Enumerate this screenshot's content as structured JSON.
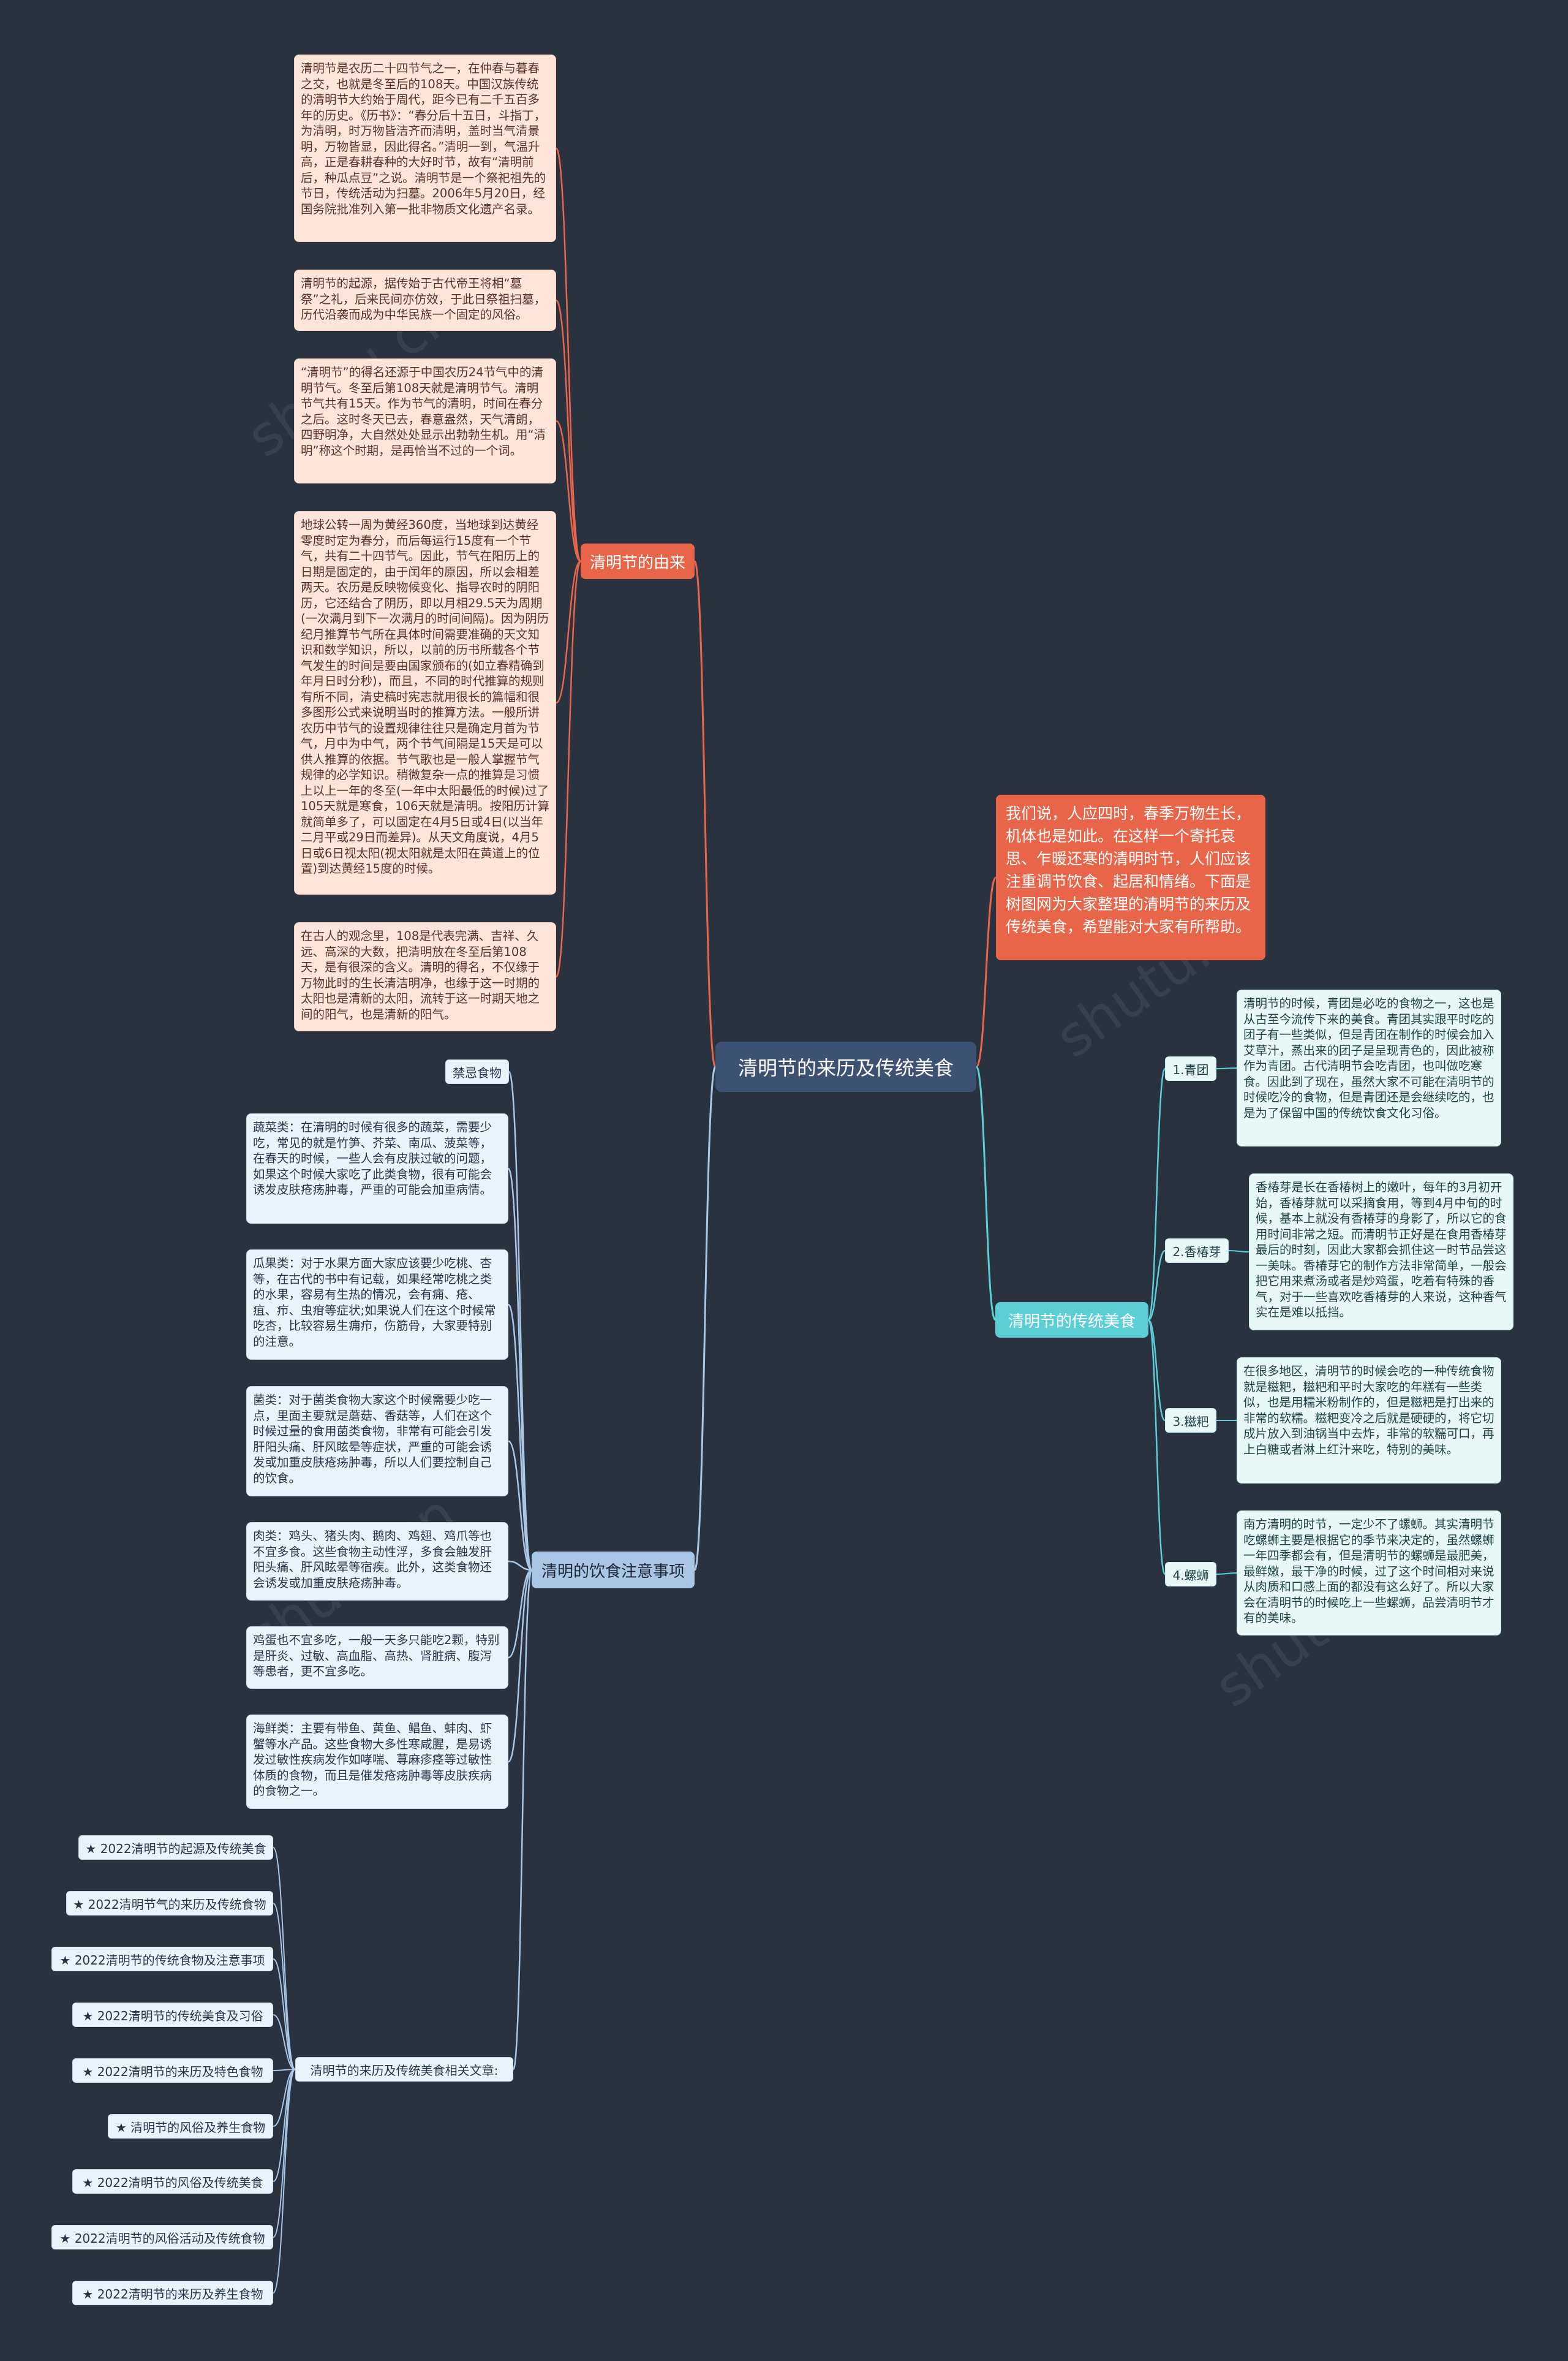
{
  "root": {
    "label": "清明节的来历及传统美食"
  },
  "intro": {
    "text": "我们说，人应四时，春季万物生长，机体也是如此。在这样一个寄托哀思、乍暖还寒的清明时节，人们应该注重调节饮食、起居和情绪。下面是树图网为大家整理的清明节的来历及传统美食，希望能对大家有所帮助。"
  },
  "origin": {
    "label": "清明节的由来",
    "items": [
      "清明节是农历二十四节气之一，在仲春与暮春之交，也就是冬至后的108天。中国汉族传统的清明节大约始于周代，距今已有二千五百多年的历史。《历书》：“春分后十五日，斗指丁，为清明，时万物皆洁齐而清明，盖时当气清景明，万物皆显，因此得名。”清明一到，气温升高，正是春耕春种的大好时节，故有“清明前后，种瓜点豆”之说。清明节是一个祭祀祖先的节日，传统活动为扫墓。2006年5月20日，经国务院批准列入第一批非物质文化遗产名录。",
      "清明节的起源，据传始于古代帝王将相“墓祭”之礼，后来民间亦仿效，于此日祭祖扫墓，历代沿袭而成为中华民族一个固定的风俗。",
      "“清明节”的得名还源于中国农历24节气中的清明节气。冬至后第108天就是清明节气。清明节气共有15天。作为节气的清明，时间在春分之后。这时冬天已去，春意盎然，天气清朗，四野明净，大自然处处显示出勃勃生机。用“清明”称这个时期，是再恰当不过的一个词。",
      "地球公转一周为黄经360度，当地球到达黄经零度时定为春分，而后每运行15度有一个节气，共有二十四节气。因此，节气在阳历上的日期是固定的，由于闰年的原因，所以会相差两天。农历是反映物候变化、指导农时的阴阳历，它还结合了阴历，即以月相29.5天为周期(一次满月到下一次满月的时间间隔)。因为阴历纪月推算节气所在具体时间需要准确的天文知识和数学知识，所以，以前的历书所载各个节气发生的时间是要由国家颁布的(如立春精确到年月日时分秒)，而且，不同的时代推算的规则有所不同，清史稿时宪志就用很长的篇幅和很多图形公式来说明当时的推算方法。一般所讲农历中节气的设置规律往往只是确定月首为节气，月中为中气，两个节气间隔是15天是可以供人推算的依据。节气歌也是一般人掌握节气规律的必学知识。稍微复杂一点的推算是习惯上以上一年的冬至(一年中太阳最低的时候)过了105天就是寒食，106天就是清明。按阳历计算就简单多了，可以固定在4月5日或4日(以当年二月平或29日而差异)。从天文角度说，4月5日或6日视太阳(视太阳就是太阳在黄道上的位置)到达黄经15度的时候。",
      "在古人的观念里，108是代表完满、吉祥、久远、高深的大数，把清明放在冬至后第108天，是有很深的含义。清明的得名，不仅缘于万物此时的生长清洁明净，也缘于这一时期的太阳也是清新的太阳，流转于这一时期天地之间的阳气，也是清新的阳气。"
    ]
  },
  "food": {
    "label": "清明节的传统美食",
    "items": [
      {
        "tag": "1.青团",
        "text": "清明节的时候，青团是必吃的食物之一，这也是从古至今流传下来的美食。青团其实跟平时吃的团子有一些类似，但是青团在制作的时候会加入艾草汁，蒸出来的团子是呈现青色的，因此被称作为青团。古代清明节会吃青团，也叫做吃寒食。因此到了现在，虽然大家不可能在清明节的时候吃冷的食物，但是青团还是会继续吃的，也是为了保留中国的传统饮食文化习俗。"
      },
      {
        "tag": "2.香椿芽",
        "text": "香椿芽是长在香椿树上的嫩叶，每年的3月初开始，香椿芽就可以采摘食用，等到4月中旬的时候，基本上就没有香椿芽的身影了，所以它的食用时间非常之短。而清明节正好是在食用香椿芽最后的时刻，因此大家都会抓住这一时节品尝这一美味。香椿芽它的制作方法非常简单，一般会把它用来煮汤或者是炒鸡蛋，吃着有特殊的香气，对于一些喜欢吃香椿芽的人来说，这种香气实在是难以抵挡。"
      },
      {
        "tag": "3.糍粑",
        "text": "在很多地区，清明节的时候会吃的一种传统食物就是糍粑，糍粑和平时大家吃的年糕有一些类似，也是用糯米粉制作的，但是糍粑是打出来的非常的软糯。糍粑变冷之后就是硬硬的，将它切成片放入到油锅当中去炸，非常的软糯可口，再上白糖或者淋上红汁来吃，特别的美味。"
      },
      {
        "tag": "4.螺蛳",
        "text": "南方清明的时节，一定少不了螺蛳。其实清明节吃螺蛳主要是根据它的季节来决定的，虽然螺蛳一年四季都会有，但是清明节的螺蛳是最肥美，最鲜嫩，最干净的时候，过了这个时间相对来说从肉质和口感上面的都没有这么好了。所以大家会在清明节的时候吃上一些螺蛳，品尝清明节才有的美味。"
      }
    ]
  },
  "diet": {
    "label": "清明的饮食注意事项",
    "tag": "禁忌食物",
    "items": [
      "蔬菜类：在清明的时候有很多的蔬菜，需要少吃，常见的就是竹笋、芥菜、南瓜、菠菜等，在春天的时候，一些人会有皮肤过敏的问题，如果这个时候大家吃了此类食物，很有可能会诱发皮肤疮疡肿毒，严重的可能会加重病情。",
      "瓜果类：对于水果方面大家应该要少吃桃、杏等，在古代的书中有记载，如果经常吃桃之类的水果，容易有生热的情况，会有痈、疮、疽、疖、虫疳等症状;如果说人们在这个时候常吃杏，比较容易生痈疖，伤筋骨，大家要特别的注意。",
      "菌类：对于菌类食物大家这个时候需要少吃一点，里面主要就是蘑菇、香菇等，人们在这个时候过量的食用菌类食物，非常有可能会引发肝阳头痛、肝风眩晕等症状，严重的可能会诱发或加重皮肤疮疡肿毒，所以人们要控制自己的饮食。",
      "肉类：鸡头、猪头肉、鹅肉、鸡翅、鸡爪等也不宜多食。这些食物主动性浮，多食会触发肝阳头痛、肝风眩晕等宿疾。此外，这类食物还会诱发或加重皮肤疮疡肿毒。",
      "鸡蛋也不宜多吃，一般一天多只能吃2颗，特别是肝炎、过敏、高血脂、高热、肾脏病、腹泻等患者，更不宜多吃。",
      "海鲜类：主要有带鱼、黄鱼、鲳鱼、蚌肉、虾蟹等水产品。这些食物大多性寒咸腥，是易诱发过敏性疾病发作如哮喘、荨麻疹痉等过敏性体质的食物，而且是催发疮疡肿毒等皮肤疾病的食物之一。"
    ]
  },
  "related": {
    "label": "清明节的来历及传统美食相关文章:",
    "items": [
      "★ 2022清明节的起源及传统美食",
      "★ 2022清明节气的来历及传统食物",
      "★ 2022清明节的传统食物及注意事项",
      "★ 2022清明节的传统美食及习俗",
      "★ 2022清明节的来历及特色食物",
      "★ 清明节的风俗及养生食物",
      "★ 2022清明节的风俗及传统美食",
      "★ 2022清明节的风俗活动及传统食物",
      "★ 2022清明节的来历及养生食物"
    ]
  },
  "colors": {
    "background": "#2a3240",
    "root": "#3d5273",
    "origin_branch": "#e8654a",
    "food_branch": "#5ccfd6",
    "diet_branch": "#a9c7e5",
    "line_origin": "#e8654a",
    "line_food": "#5ccfd6",
    "line_diet": "#a9c7e5"
  }
}
